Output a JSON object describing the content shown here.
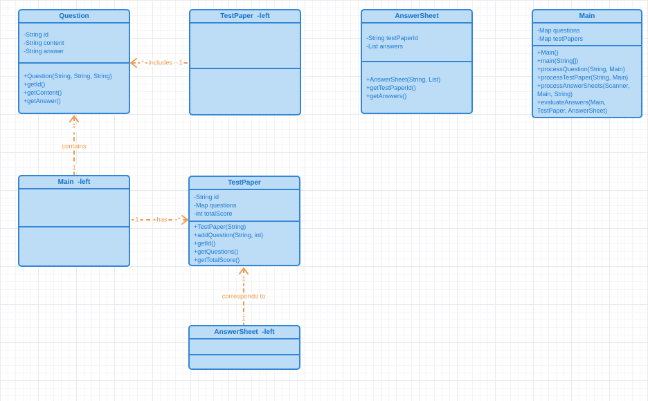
{
  "colors": {
    "canvas_bg": "#ffffff",
    "grid_minor": "#f4f4f7",
    "grid_major": "#e9eaef",
    "box_fill": "#bdddf6",
    "box_border": "#3286d8",
    "title_text": "#1471c9",
    "body_text": "#1d78d4",
    "arrow": "#f09a50"
  },
  "classes": {
    "question": {
      "title": "Question",
      "attributes": [
        "-String id",
        "-String content",
        "-String answer"
      ],
      "methods": [
        "+Question(String, String, String)",
        "+getId()",
        "+getContent()",
        "+getAnswer()"
      ]
    },
    "testpaper_left": {
      "title": "TestPaper  -left",
      "attributes": [],
      "methods": []
    },
    "answersheet": {
      "title": "AnswerSheet",
      "attributes": [
        "-String testPaperId",
        "-List answers"
      ],
      "methods": [
        "+AnswerSheet(String, List)",
        "+getTestPaperId()",
        "+getAnswers()"
      ]
    },
    "main": {
      "title": "Main",
      "attributes": [
        "-Map questions",
        "-Map testPapers"
      ],
      "methods": [
        "+Main()",
        "+main(String[])",
        "+processQuestion(String, Main)",
        "+processTestPaper(String, Main)",
        "+processAnswerSheets(Scanner,",
        "Main, String)",
        "+evaluateAnswers(Main,",
        "TestPaper, AnswerSheet)"
      ]
    },
    "main_left": {
      "title": "Main  -left",
      "attributes": [],
      "methods": []
    },
    "testpaper": {
      "title": "TestPaper",
      "attributes": [
        "-String id",
        "-Map questions",
        "-int totalScore"
      ],
      "methods": [
        "+TestPaper(String)",
        "+addQuestion(String, int)",
        "+getId()",
        "+getQuestions()",
        "+getTotalScore()"
      ]
    },
    "answersheet_left": {
      "title": "AnswerSheet  -left",
      "attributes": [],
      "methods": []
    }
  },
  "relations": {
    "includes": {
      "label": "includes",
      "target_multiplicity": "*",
      "source_multiplicity": "1"
    },
    "contains": {
      "label": "contains",
      "target_multiplicity": "*",
      "source_multiplicity": "1"
    },
    "has": {
      "label": "has",
      "source_multiplicity": "1",
      "target_multiplicity": "*"
    },
    "corresponds_to": {
      "label": "corresponds to",
      "target_multiplicity": "1",
      "source_multiplicity": "1"
    }
  }
}
